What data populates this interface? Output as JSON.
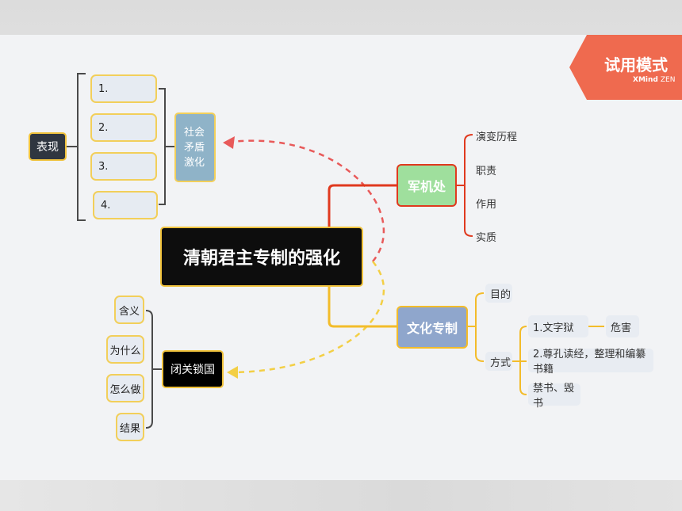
{
  "central_topic": "清朝君主专制的强化",
  "upper_left": {
    "root": "表现",
    "items": [
      "1.",
      "2.",
      "3.",
      "4."
    ],
    "summary": "社会\n矛盾\n激化"
  },
  "junjichu": {
    "label": "军机处",
    "items": [
      "演变历程",
      "职责",
      "作用",
      "实质"
    ]
  },
  "wenhua": {
    "label": "文化专制",
    "goal": "目的",
    "method": "方式",
    "method_items": [
      "1.文字狱",
      "2.尊孔读经，整理和编纂书籍",
      "禁书、毁书"
    ],
    "harm": "危害"
  },
  "biguan": {
    "label": "闭关锁国",
    "items": [
      "含义",
      "为什么",
      "怎么做",
      "结果"
    ]
  },
  "watermark": {
    "title": "试用模式",
    "brand": "XMind",
    "brand_suffix": "ZEN"
  },
  "colors": {
    "junjichu_fill": "#9fdf9d",
    "wenhua_fill": "#8fa6cc",
    "summary_fill": "#8fb3c8",
    "red_line": "#e0391e",
    "yellow_line": "#f3bc2a",
    "watermark": "#ef6a4f"
  }
}
